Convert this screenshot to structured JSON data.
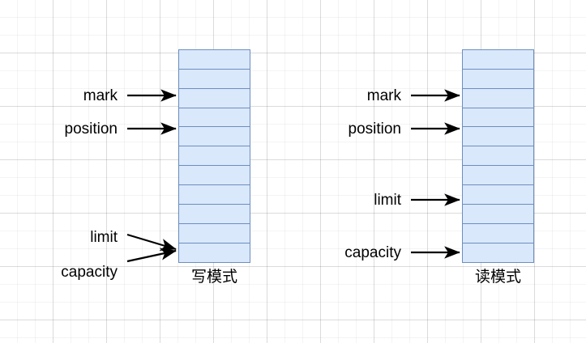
{
  "diagram": {
    "title_visible": false,
    "background": "#ffffff",
    "grid_color": "#e8e8e8",
    "cell_fill": "#dae8fc",
    "cell_stroke": "#6c8ebf",
    "arrow_color": "#000000",
    "text_color": "#000000"
  },
  "buffers": [
    {
      "id": "write-mode-buffer",
      "mode_label": "写模式",
      "cell_count": 11,
      "annotations": [
        {
          "label": "mark",
          "target_cell_index": 2
        },
        {
          "label": "position",
          "target_cell_index": 4
        },
        {
          "label": "limit",
          "target_cell_index": 10
        },
        {
          "label": "capacity",
          "target_cell_index": 10
        }
      ]
    },
    {
      "id": "read-mode-buffer",
      "mode_label": "读模式",
      "cell_count": 11,
      "annotations": [
        {
          "label": "mark",
          "target_cell_index": 2
        },
        {
          "label": "position",
          "target_cell_index": 4
        },
        {
          "label": "limit",
          "target_cell_index": 7
        },
        {
          "label": "capacity",
          "target_cell_index": 10
        }
      ]
    }
  ],
  "labels": {
    "left": {
      "mark": "mark",
      "position": "position",
      "limit": "limit",
      "capacity": "capacity",
      "mode": "写模式"
    },
    "right": {
      "mark": "mark",
      "position": "position",
      "limit": "limit",
      "capacity": "capacity",
      "mode": "读模式"
    }
  }
}
